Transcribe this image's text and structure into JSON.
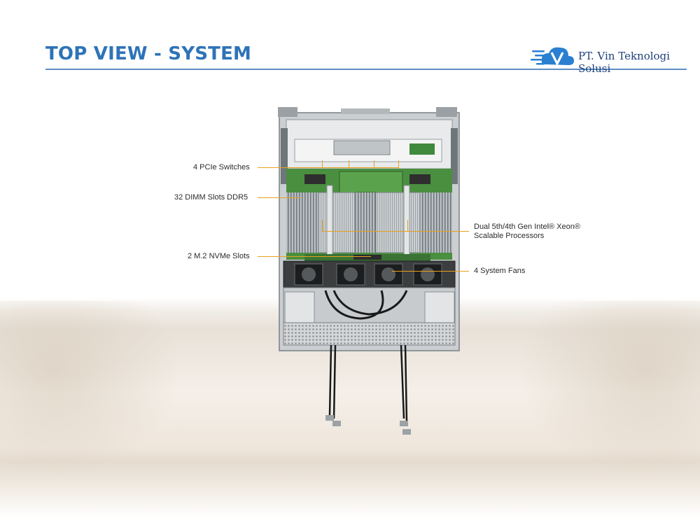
{
  "slide": {
    "title": "TOP VIEW - SYSTEM"
  },
  "logo": {
    "icon": "v-cloud-logo-icon",
    "company": "PT. Vin Teknologi Solusi",
    "colors": {
      "blue": "#2a7fd0",
      "navy": "#1f3f7a"
    }
  },
  "callouts": {
    "pcie": "4 PCIe Switches",
    "dimm": "32 DIMM Slots DDR5",
    "cpu_line1": "Dual 5th/4th Gen Intel® Xeon®",
    "cpu_line2": "Scalable Processors",
    "nvme": "2 M.2 NVMe Slots",
    "fans": "4 System Fans"
  },
  "colors": {
    "title": "#2e73b8",
    "rule": "#5d8fc4",
    "callout_line": "#e6a11d"
  }
}
